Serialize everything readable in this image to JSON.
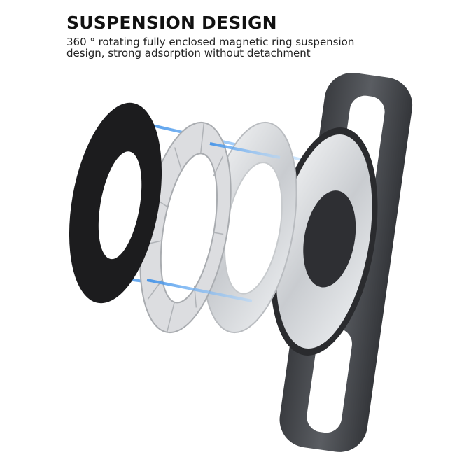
{
  "heading": "SUSPENSION DESIGN",
  "description_line1": "360 ° rotating fully enclosed magnetic ring suspension",
  "description_line2": "design, strong adsorption without detachment",
  "colors": {
    "accent_blue": "#5aa8f0",
    "plate": "#4a4d52",
    "ring_black": "#1c1c1e",
    "silver": "#d8dadd"
  }
}
